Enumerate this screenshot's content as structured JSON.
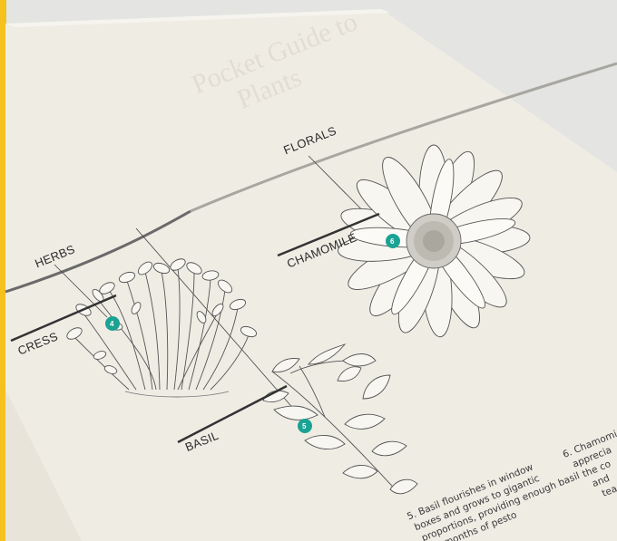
{
  "labels": {
    "florals": "FLORALS",
    "herbs": "HERBS",
    "chamomile": "CHAMOMILE",
    "cress": "CRESS",
    "basil": "BASIL"
  },
  "markers": {
    "chamomile": "6",
    "cress": "4",
    "basil": "5"
  },
  "text": {
    "basil_lines": [
      "5. Basil flourishes in window",
      "boxes and grows to gigantic",
      "proportions, providing enough basil",
      "for months of pesto"
    ],
    "chamomile_lines": [
      "6. Chamomi",
      "apprecia",
      "the co",
      "and",
      "tea"
    ]
  },
  "colors": {
    "accent": "#1aa394",
    "paper": "#efece4",
    "binding": "#f5c11d",
    "background": "#e6e6e4"
  }
}
